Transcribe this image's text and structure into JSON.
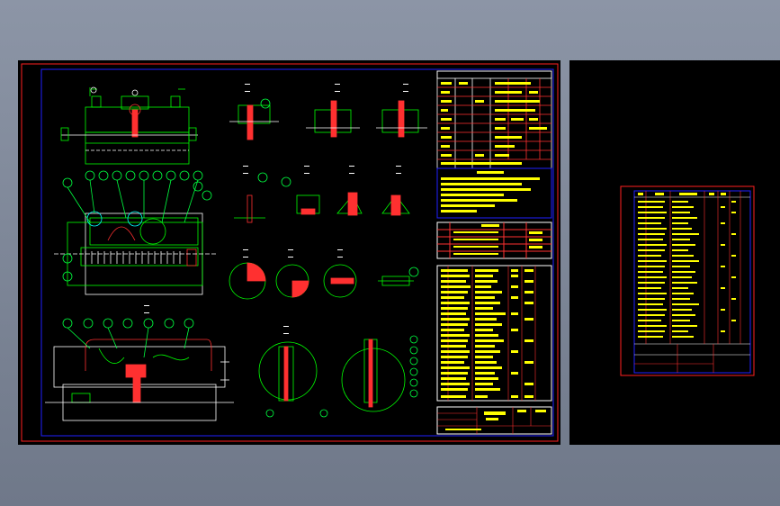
{
  "drawing": {
    "background": "#000000",
    "frame_color": "#ff2020",
    "border_color": "#2020ff",
    "geometry_color": "#00ff00",
    "text_color": "#ffff00",
    "highlight_color": "#ff3030",
    "bubble_color": "#00ff40",
    "secondary_color": "#ffffff"
  },
  "views": {
    "section_views_count": 11,
    "balloons_main": 14,
    "balloons_bottom": 17
  },
  "tables": {
    "tech_table_rows": 10,
    "parts_list_rows": 30,
    "aux_parts_rows": 28
  },
  "icons": {
    "balloon": "circle-icon",
    "section_marker": "section-mark-icon"
  }
}
